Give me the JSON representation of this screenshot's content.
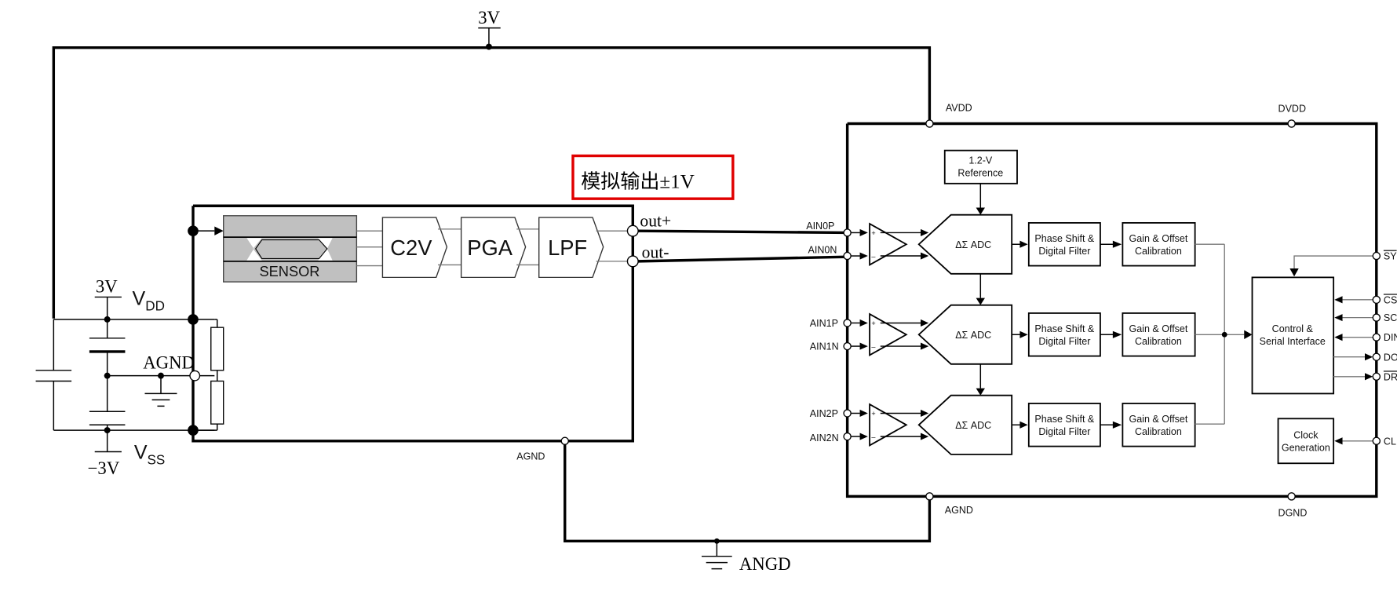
{
  "supply_labels": {
    "top_3v": "3V",
    "vdd_voltage": "3V",
    "vdd_name": "V",
    "vdd_sub": "DD",
    "vss_voltage": "−3V",
    "vss_name": "V",
    "vss_sub": "SS",
    "agnd_left": "AGND",
    "angd_bottom": "ANGD"
  },
  "annotation": {
    "text": "模拟输出±1V",
    "highlight_color": "#e00000"
  },
  "sensor_module": {
    "sensor_label": "SENSOR",
    "stages": [
      "C2V",
      "PGA",
      "LPF"
    ],
    "out_plus": "out+",
    "out_minus": "out-",
    "agnd_pin": "AGND"
  },
  "adc_chip": {
    "power_pins": {
      "avdd": "AVDD",
      "dvdd": "DVDD",
      "agnd": "AGND",
      "dgnd": "DGND"
    },
    "reference": {
      "line1": "1.2-V",
      "line2": "Reference"
    },
    "inputs": [
      "AIN0P",
      "AIN0N",
      "AIN1P",
      "AIN1N",
      "AIN2P",
      "AIN2N"
    ],
    "channels": [
      {
        "adc": "ΔΣ ADC",
        "filter1": "Phase Shift &",
        "filter2": "Digital Filter",
        "cal1": "Gain & Offset",
        "cal2": "Calibration"
      },
      {
        "adc": "ΔΣ ADC",
        "filter1": "Phase Shift &",
        "filter2": "Digital Filter",
        "cal1": "Gain & Offset",
        "cal2": "Calibration"
      },
      {
        "adc": "ΔΣ ADC",
        "filter1": "Phase Shift &",
        "filter2": "Digital Filter",
        "cal1": "Gain & Offset",
        "cal2": "Calibration"
      }
    ],
    "control": {
      "line1": "Control &",
      "line2": "Serial Interface"
    },
    "clock": {
      "line1": "Clock",
      "line2": "Generation"
    },
    "right_pins": [
      "SY",
      "CS",
      "SC",
      "DIN",
      "DO",
      "DR",
      "CL"
    ]
  }
}
